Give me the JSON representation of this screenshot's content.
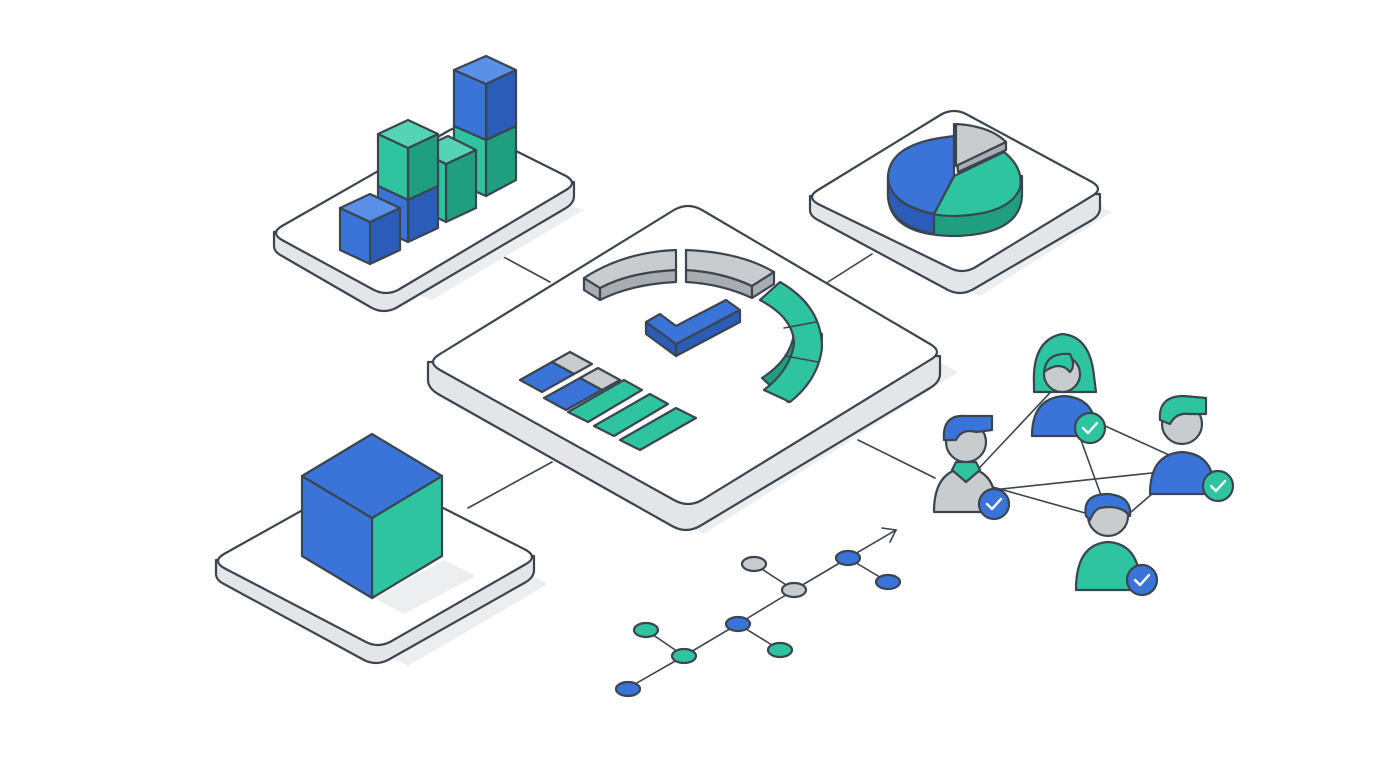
{
  "scene": {
    "description_free": true,
    "colors": {
      "blue": "#3a74d8",
      "blue_dark": "#2b5cb8",
      "green": "#2ec4a0",
      "green_dark": "#1f9e80",
      "gray": "#c9cccf",
      "gray_dark": "#a9adb1",
      "outline": "#3a4550",
      "platform_top": "#ffffff",
      "platform_side": "#e3e5e7",
      "shadow": "#eceef0"
    },
    "icons": [
      "bar-chart-blocks-icon",
      "pie-chart-icon",
      "dashboard-gauge-icon",
      "checkmark-icon",
      "cube-icon",
      "user-network-icon",
      "trend-line-icon"
    ],
    "gauge": {
      "segments": 3,
      "highlighted_segments": 1
    },
    "progress_bars": [
      {
        "fill": 0.5
      },
      {
        "fill": 0.5
      },
      {
        "fill": 1.0
      },
      {
        "fill": 1.0
      },
      {
        "fill": 1.0
      }
    ],
    "pie": {
      "slices": [
        0.48,
        0.4,
        0.12
      ]
    },
    "users": [
      {
        "verified": true
      },
      {
        "verified": true
      },
      {
        "verified": true
      },
      {
        "verified": true
      }
    ]
  }
}
